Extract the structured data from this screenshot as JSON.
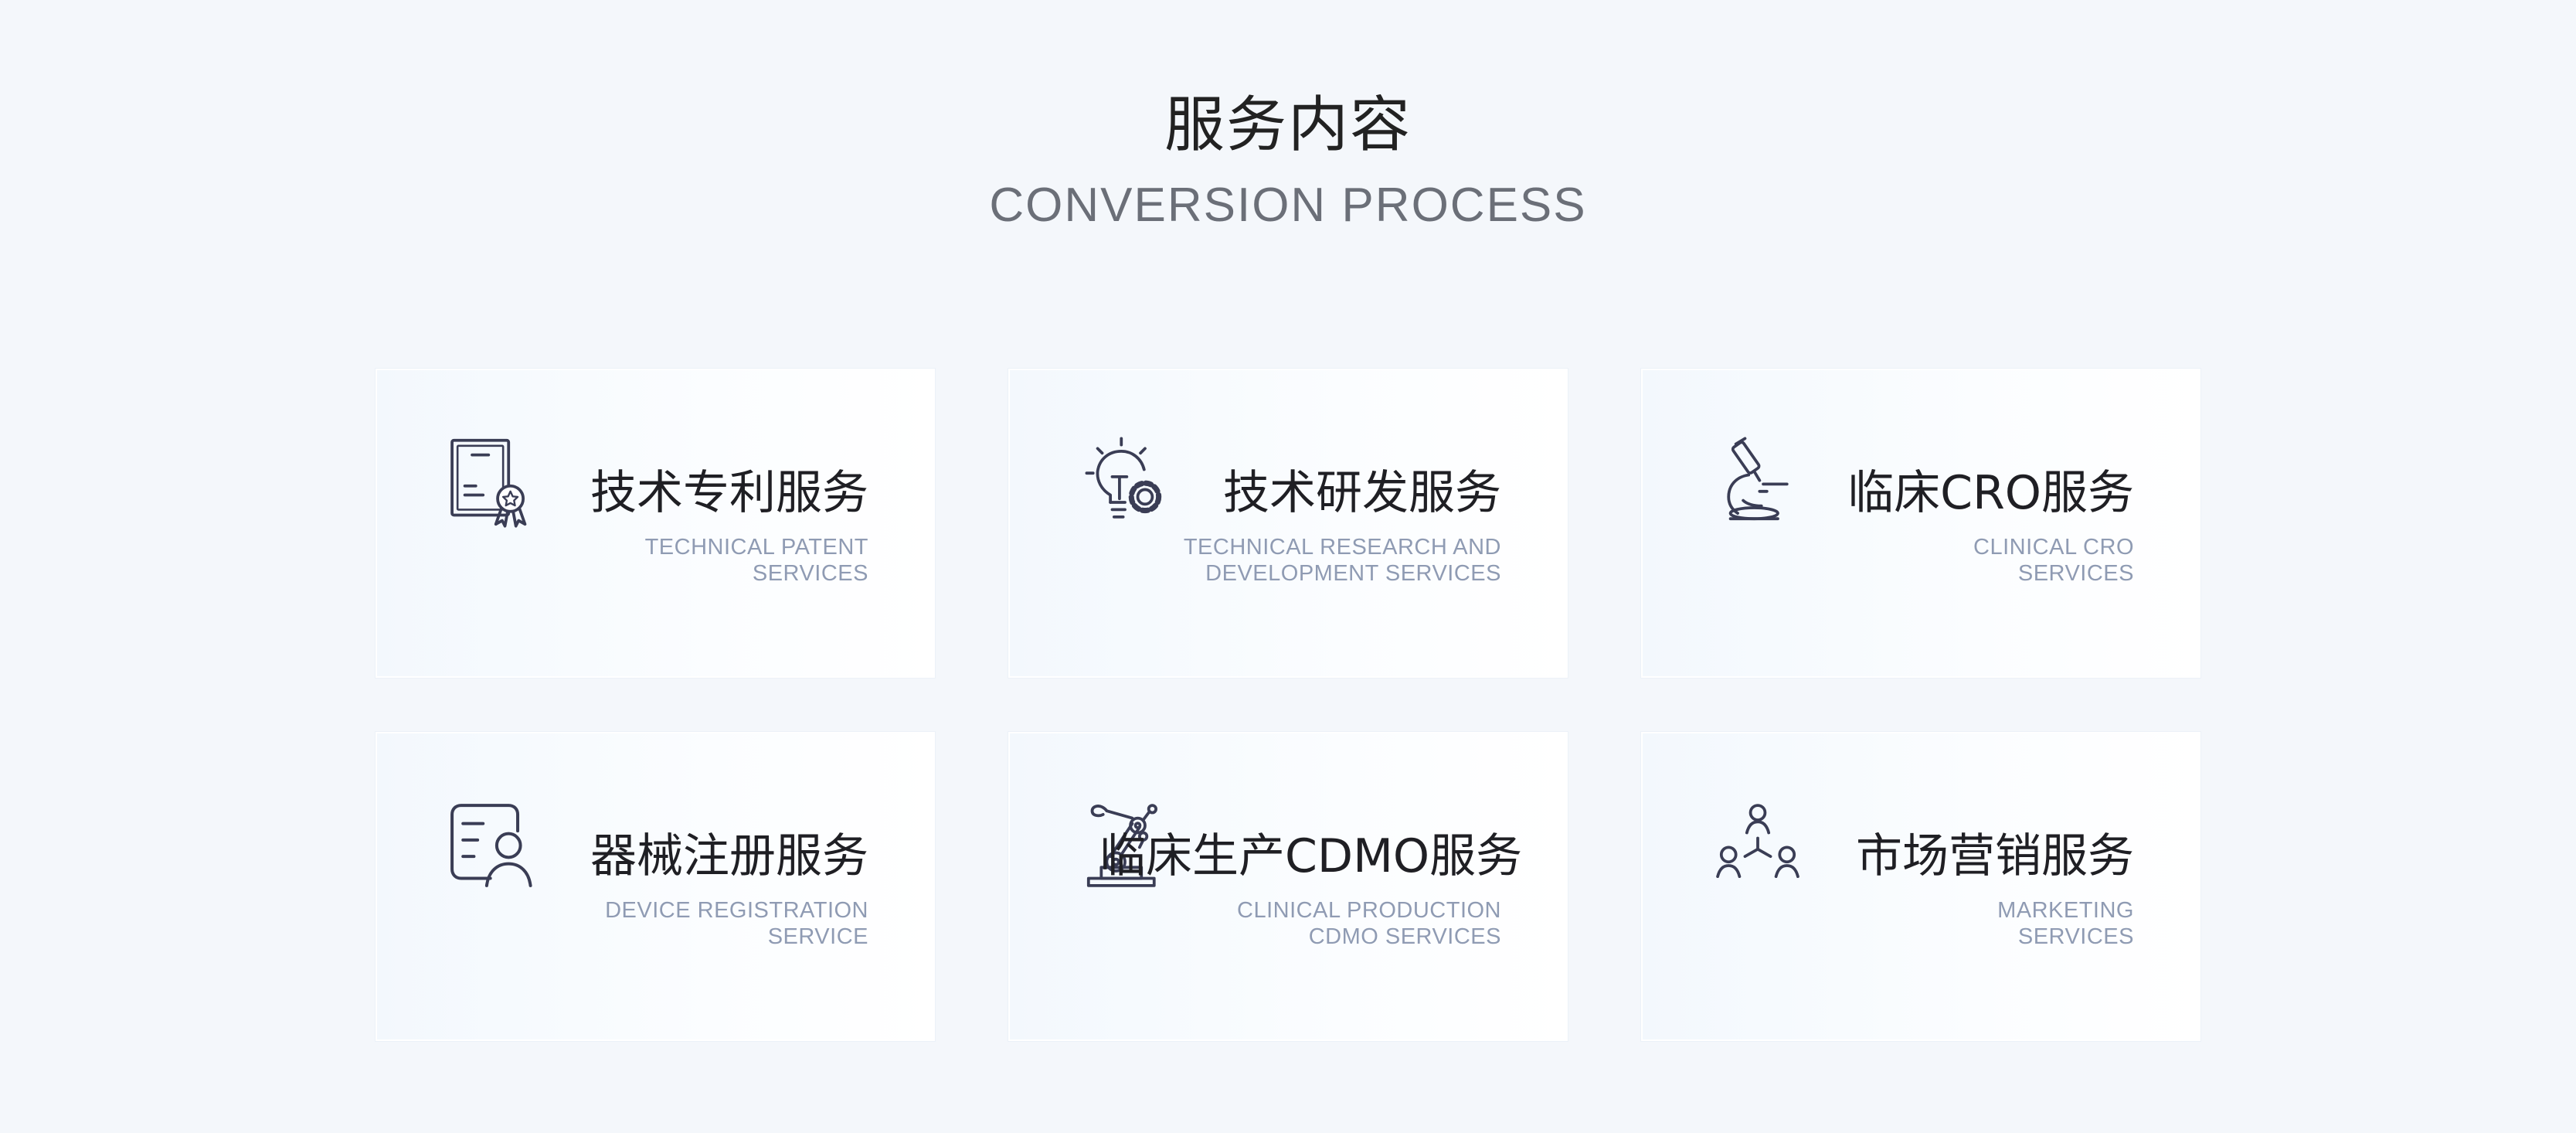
{
  "header": {
    "title": "服务内容",
    "subtitle": "CONVERSION PROCESS"
  },
  "colors": {
    "background": "#f4f7fb",
    "icon": "#3a3d55",
    "title": "#1f1f24",
    "subtitle": "#8f9bb3"
  },
  "cards": [
    {
      "icon": "certificate-icon",
      "title": "技术专利服务",
      "subtitle_line1": "TECHNICAL PATENT",
      "subtitle_line2": "SERVICES"
    },
    {
      "icon": "lightbulb-gear-icon",
      "title": "技术研发服务",
      "subtitle_line1": "TECHNICAL RESEARCH AND",
      "subtitle_line2": "DEVELOPMENT SERVICES"
    },
    {
      "icon": "microscope-icon",
      "title": "临床CRO服务",
      "subtitle_line1": "CLINICAL CRO",
      "subtitle_line2": "SERVICES"
    },
    {
      "icon": "registration-user-icon",
      "title": "器械注册服务",
      "subtitle_line1": "DEVICE REGISTRATION",
      "subtitle_line2": "SERVICE"
    },
    {
      "icon": "robot-arm-icon",
      "title": "临床生产CDMO服务",
      "subtitle_line1": "CLINICAL PRODUCTION",
      "subtitle_line2": "CDMO SERVICES"
    },
    {
      "icon": "team-network-icon",
      "title": "市场营销服务",
      "subtitle_line1": "MARKETING",
      "subtitle_line2": "SERVICES"
    }
  ]
}
